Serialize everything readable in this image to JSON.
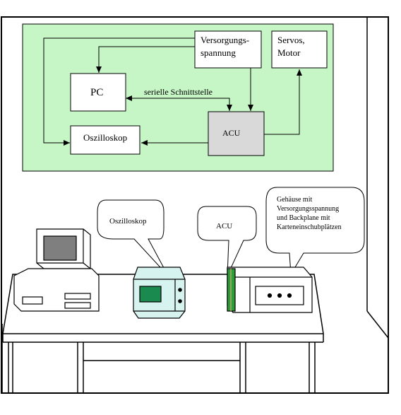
{
  "colors": {
    "block_diagram_bg": "#c6f5c6",
    "acu_box": "#d9d9d9",
    "pc_screen": "#7f7f7f",
    "oscilloscope_body": "#d6f3f0",
    "oscilloscope_screen": "#1a8a4e",
    "acu_card": "#2e9e3a"
  },
  "block_diagram": {
    "power_supply": "Versorgungs-\nspannung",
    "servos": "Servos,\nMotor",
    "pc": "PC",
    "serial": "serielle Schnittstelle",
    "acu": "ACU",
    "oscilloscope": "Oszilloskop"
  },
  "scene": {
    "bubble_oscilloscope": "Oszilloskop",
    "bubble_acu": "ACU",
    "bubble_housing": "Gehäuse mit\nVersorgungsspannung\nund Backplane mit\nKarteneinschubplätzen"
  }
}
